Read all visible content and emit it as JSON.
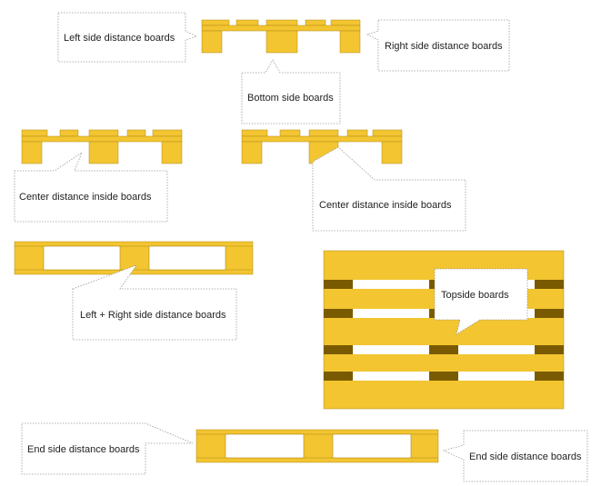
{
  "colors": {
    "board_yellow": "#f2c531",
    "board_shadow": "#e3b526",
    "board_edge": "#b08a14",
    "board_dark": "#7a5a00",
    "gap_white": "#ffffff",
    "callout_border": "#9a9a9a",
    "text": "#222222"
  },
  "labels": {
    "left_side_distance_boards": "Left side distance boards",
    "right_side_distance_boards": "Right side distance boards",
    "bottom_side_boards": "Bottom side boards",
    "center_distance_inside_boards_left": "Center distance inside boards",
    "center_distance_inside_boards_right": "Center distance inside boards",
    "left_right_side_distance_boards": "Left + Right side distance boards",
    "topside_boards": "Topside boards",
    "end_side_distance_boards_left": "End side distance boards",
    "end_side_distance_boards_right": "End side distance boards"
  }
}
